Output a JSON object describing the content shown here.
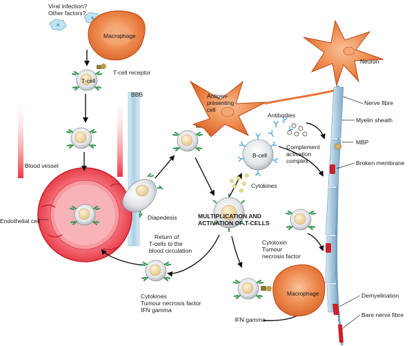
{
  "labels": {
    "viral_infection": "Viral infection?",
    "other_factors": "Other factors?",
    "macrophage_top": "Macrophage",
    "t_cell_receptor": "T-cell receptor",
    "t_cell": "T-cell",
    "bbb": "BBB",
    "blood_vessel": "Blood vessel",
    "endothelial_cell": "Endothelial cell",
    "diapedesis": "Diapedesis",
    "apc_line1": "Antigen-",
    "apc_line2": "presenting",
    "apc_line3": "cell",
    "neuron": "Neuron",
    "nerve_fibre": "Nerve fibre",
    "myelin_sheath": "Myelin sheath",
    "mbp": "MBP",
    "broken_membrane": "Broken membrane",
    "antibodies": "Antibodies",
    "b_cell": "B-cell",
    "complement_line1": "Complement",
    "complement_line2": "activation",
    "complement_line3": "complex",
    "cytokines_mid": "Cytokines",
    "multiplication_line1": "MULTIPLICATION AND",
    "multiplication_line2": "ACTIVATION OF T-CELLS",
    "return_line1": "Return of",
    "return_line2": "T-cells to the",
    "return_line3": "blood circulation",
    "cytokines_bottom_line1": "Cytokines",
    "cytokines_bottom_line2": "Tumour necrosis factor",
    "cytokines_bottom_line3": "IFN gamma",
    "cytotoxin_line1": "Cytotoxin",
    "cytotoxin_line2": "Tumour",
    "cytotoxin_line3": "necrosis factor",
    "macrophage_bottom": "Macrophage",
    "ifn_gamma": "IFN gamma",
    "demyelination": "Demyelination",
    "bare_nerve_fibre": "Bare nerve fibre"
  },
  "colors": {
    "macrophage": "#e8763a",
    "macrophage_light": "#f6b98c",
    "vessel_red": "#ee3340",
    "vessel_pink": "#f7a6ab",
    "receptor_green": "#3f9a5a",
    "cell_grey": "#d9dcdf",
    "nerve_blue": "#b9d6e8",
    "myelin_blue": "#9fc4dd",
    "bbb_blue": "#b9d8e6",
    "antibody_blue": "#5fb3d9",
    "cytokine_yellow": "#e6e08a",
    "lesion_red": "#cc1f2a"
  }
}
